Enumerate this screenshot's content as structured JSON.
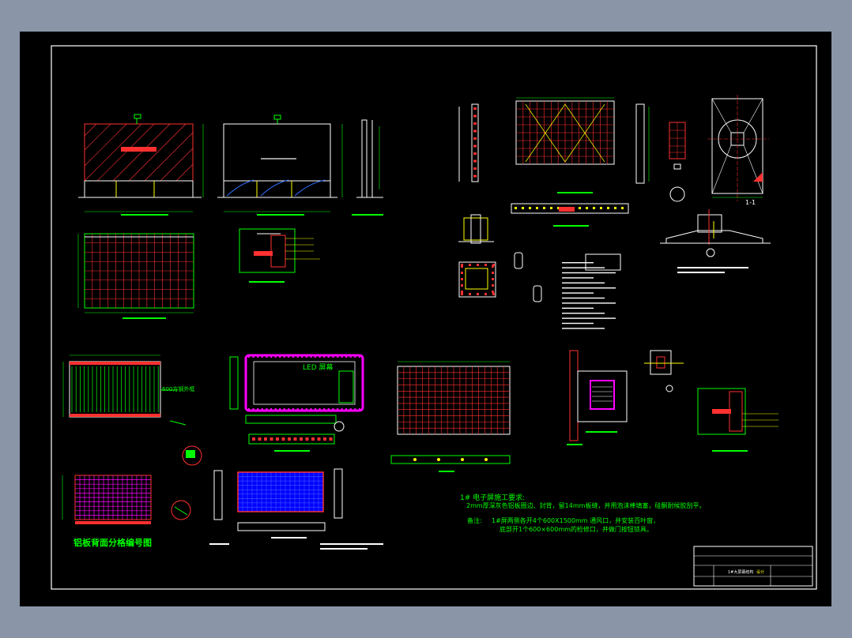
{
  "drawing": {
    "led_label": "LED 屏幕",
    "panel_label": "600方钢外框",
    "aluminum_title": "铝板背面分格编号图",
    "section_label": "1-1",
    "notes": {
      "heading": "1# 电子屏施工要求:",
      "line1": "2mm厚深灰色铝板圈边、封背，留14mm板缝，并用泡沫棒填塞，硅酮耐候胶刮平。",
      "remark_label": "备注:",
      "line2": "1#屏两侧各开4个600X1500mm 通风口，并安装百叶窗，",
      "line3": "底部开1个600×600mm的检修口，并做门按钮锁具。"
    },
    "title_block": {
      "name": "1#大屏幕结构",
      "tag": "设计"
    }
  },
  "colors": {
    "background": "#000000",
    "frame": "#ffffff",
    "green": "#00ff00",
    "red": "#ff2020",
    "yellow": "#ffff00",
    "magenta": "#ff00ff",
    "blue": "#0000ff",
    "page": "#8a96a8"
  }
}
